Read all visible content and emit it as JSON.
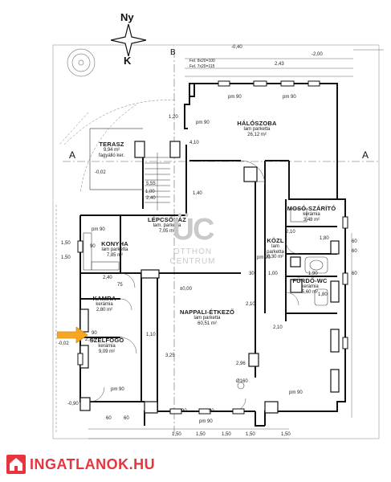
{
  "compass": {
    "north": "Ny",
    "south": "K"
  },
  "sections": {
    "a_left": "A",
    "a_right": "A",
    "b_top": "B"
  },
  "watermark": {
    "logo": "ÜC",
    "line1": "OTTHON",
    "line2": "CENTRUM"
  },
  "brand": {
    "name": "INGATLANOK.HU"
  },
  "rooms": [
    {
      "name": "HÁLÓSZOBA",
      "floor": "lam parketta",
      "area": "26,12 m²"
    },
    {
      "name": "TERASZ",
      "floor": "fagyálló ker.",
      "area": "9,94 m²"
    },
    {
      "name": "LÉPCSŐHÁZ",
      "floor": "lam. parketta",
      "area": "7,05 m²"
    },
    {
      "name": "KONYHA",
      "floor": "lam parketta",
      "area": "7,85 m²"
    },
    {
      "name": "KAMRA",
      "floor": "kerámia",
      "area": "2,80 m²"
    },
    {
      "name": "SZÉLFOGÓ",
      "floor": "kerámia",
      "area": "9,09 m²"
    },
    {
      "name": "NAPPALI-ÉTKEZŐ",
      "floor": "lam parketta",
      "area": "60,51 m²"
    },
    {
      "name": "MOSÓ-SZÁRÍTÓ",
      "floor": "kerámia",
      "area": "3,48 m²"
    },
    {
      "name": "KÖZL",
      "floor": "lam parketta",
      "area": "0,30 m²"
    },
    {
      "name": "FÜRDŐ-WC",
      "floor": "kerámia",
      "area": "5,60 m²"
    }
  ],
  "dimensions": {
    "top_right_1": "-0,40",
    "top_right_2": "-2,00",
    "top_right_3": "2,43",
    "fel_note_1": "Fel. 8x20=100",
    "fel_note_2": "Fel. 7x20=115",
    "pm90_a": "pm 90",
    "pm90_b": "pm 90",
    "pm90_c": "pm 90",
    "pm90_d": "pm 90",
    "pm90_e": "pm 90",
    "pm90_f": "pm 90",
    "pm90_g": "pm 90",
    "pm90_h": "pm 90",
    "d_120": "1,20",
    "d_555": "5,55",
    "d_100": "1,00",
    "d_410": "4,10",
    "d_240": "2,40",
    "d_140": "1,40",
    "d_150a": "1,50",
    "d_150b": "1,50",
    "d_210a": "2,10",
    "d_210b": "2,10",
    "d_210c": "2,10",
    "d_210d": "2,10",
    "d_30": "30",
    "d_100b": "1,00",
    "d_180a": "1,80",
    "d_180b": "1,80",
    "d_190": "1,90",
    "d_60a": "60",
    "d_60b": "60",
    "d_60c": "60",
    "d_296": "2,96",
    "d_325": "3,25",
    "d_000": "±0,00",
    "d_002": "-0,02",
    "d_002b": "-0,02",
    "d_090": "-0,90",
    "d_160": "Ø160",
    "d_90a": "90",
    "d_90b": "90",
    "d_90c": "90",
    "d_90d": "90",
    "d_60d": "60",
    "d_60e": "60",
    "d_150c": "1,50",
    "d_150d": "1,50",
    "d_150e": "1,50",
    "d_150f": "1,50",
    "d_150g": "1,50",
    "d_110": "1,10",
    "d_240b": "2,40",
    "d_75": "75"
  }
}
